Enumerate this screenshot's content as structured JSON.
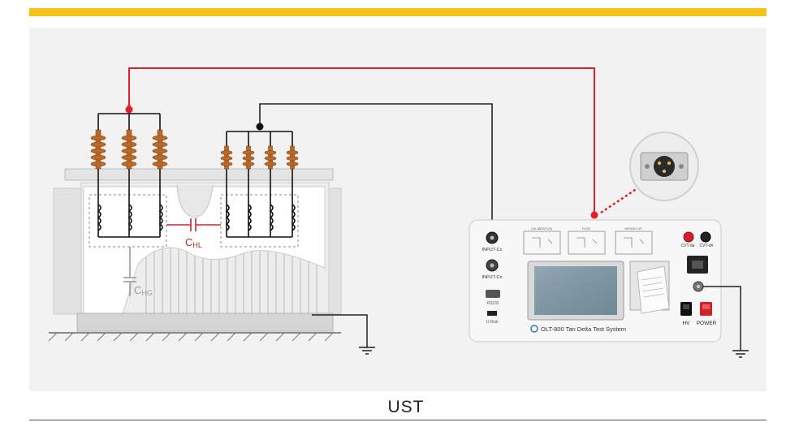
{
  "caption": "UST",
  "labels": {
    "chl_main": "C",
    "chl_sub": "HL",
    "chg_main": "C",
    "chg_sub": "HG",
    "input_cx": "INPUT-Cx",
    "input_cn": "INPUT-Cn",
    "rs232": "RS232",
    "udisk": "U-Disk",
    "brand": "OLT-800  Tan Delta Test System",
    "hv": "HV",
    "power": "POWER",
    "cvt_da": "CVT-da",
    "cvt_dn": "CVT-dn",
    "panel_label_1": "CALIBRATION",
    "panel_label_2": "FUSE",
    "panel_label_3": "WIRING UP"
  },
  "colors": {
    "accent_bar": "#f5c219",
    "hv_lead": "#e01f26",
    "signal_lead": "#222222",
    "bushing": "#b8692a",
    "capacitor_label": "#c0282e"
  }
}
